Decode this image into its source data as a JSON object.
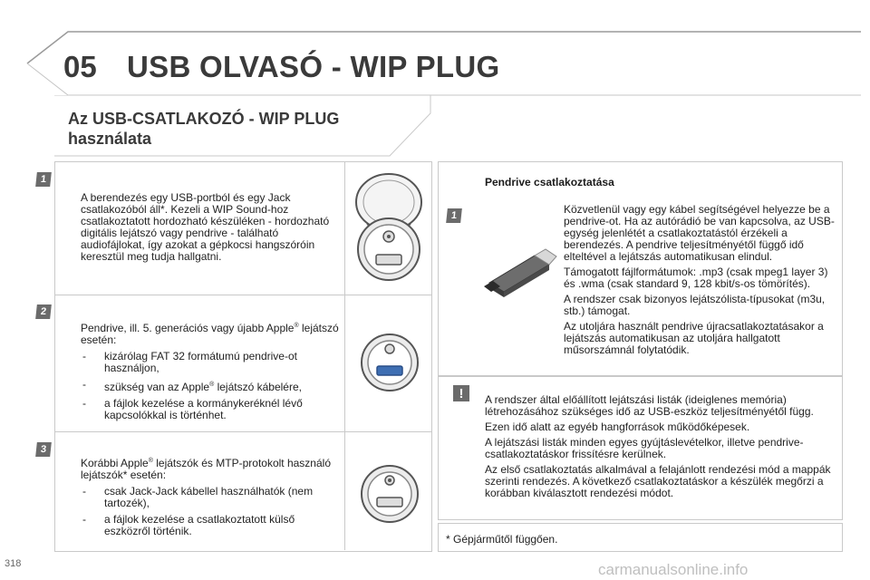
{
  "header": {
    "chapter_number": "05",
    "chapter_title": "USB OLVASÓ - WIP PLUG"
  },
  "section": {
    "title": "Az USB-CSATLAKOZÓ - WIP PLUG használata"
  },
  "steps": [
    {
      "number": "1",
      "text": "A berendezés egy USB-portból és egy Jack csatlakozóból áll*. Kezeli a WIP Sound-hoz csatlakoztatott hordozható készüléken - hordozható digitális lejátszó vagy pendrive - található audiofájlokat, így azokat a gépkocsi hangszóróin keresztül meg tudja hallgatni."
    },
    {
      "number": "2",
      "intro_a": "Pendrive, ill. 5. generációs vagy újabb Apple",
      "intro_b": " lejátszó esetén:",
      "items": [
        "kizárólag FAT 32 formátumú pendrive-ot használjon,",
        "a fájlok kezelése a kormánykeréknél lévő kapcsolókkal is történhet."
      ],
      "item_mid_a": "szükség van az Apple",
      "item_mid_b": " lejátszó kábelére,"
    },
    {
      "number": "3",
      "intro_a": "Korábbi Apple",
      "intro_b": " lejátszók és MTP-protokolt használó lejátszók* esetén:",
      "items": [
        "csak Jack-Jack kábellel használhatók (nem tartozék),",
        "a fájlok kezelése a csatlakoztatott külső eszközről történik."
      ]
    }
  ],
  "registered_mark": "®",
  "pendrive": {
    "title": "Pendrive csatlakoztatása",
    "step_number": "1",
    "paragraphs": [
      "Közvetlenül vagy egy kábel segítségével helyezze be a pendrive-ot. Ha az autórádió be van kapcsolva, az USB-egység jelenlétét a csatlakoztatástól érzékeli a berendezés. A pendrive teljesítményétől függő idő elteltével a lejátszás automatikusan elindul.",
      "Támogatott fájlformátumok: .mp3 (csak mpeg1 layer 3) és .wma (csak standard 9, 128 kbit/s-os tömörítés).",
      "A rendszer csak bizonyos lejátszólista-típusokat (m3u, stb.) támogat.",
      "Az utoljára használt pendrive újracsatlakoztatásakor a lejátszás automatikusan az utoljára hallgatott műsorszámnál folytatódik."
    ]
  },
  "warning": {
    "icon_text": "!",
    "paragraphs": [
      "A rendszer által előállított lejátszási listák (ideiglenes memória) létrehozásához szükséges idő az USB-eszköz teljesítményétől függ.",
      "Ezen idő alatt az egyéb hangforrások működőképesek.",
      "A lejátszási listák minden egyes gyújtáslevételkor, illetve pendrive-csatlakoztatáskor frissítésre kerülnek.",
      "Az első csatlakoztatás alkalmával a felajánlott rendezési mód a mappák szerinti rendezés. A következő csatlakoztatáskor a készülék megőrzi a korábban kiválasztott rendezési módot."
    ]
  },
  "footnote": "* Gépjárműtől függően.",
  "page_number": "318",
  "watermark": "carmanualsonline.info"
}
